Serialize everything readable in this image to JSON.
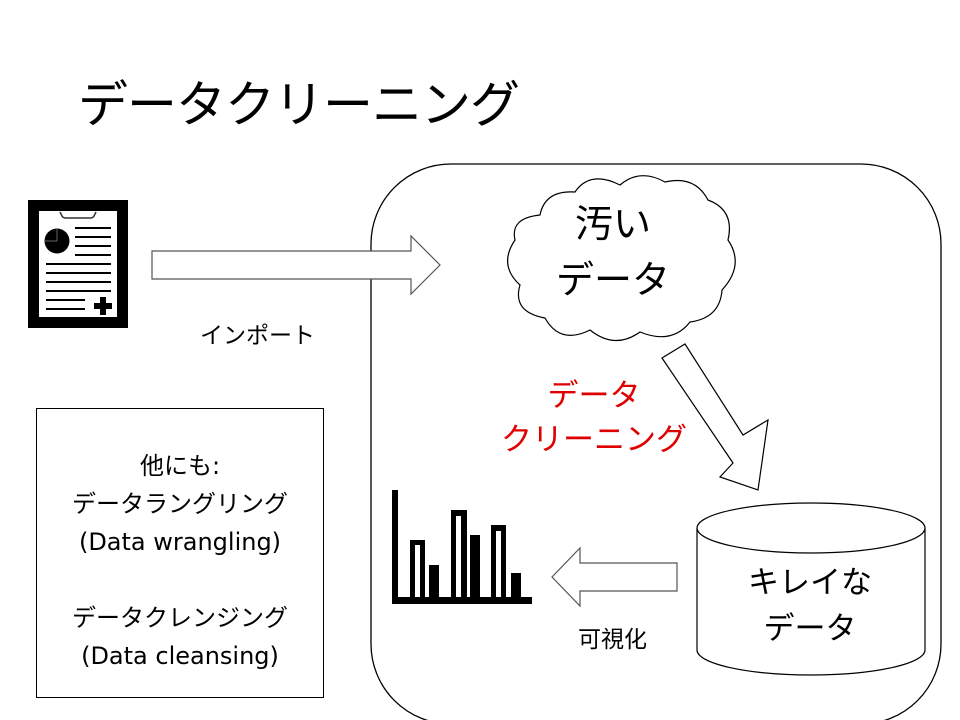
{
  "slide": {
    "title": "データクリーニング"
  },
  "import_step": {
    "icon": "medical-report-icon",
    "label": "インポート"
  },
  "dirty_data": {
    "shape": "cloud",
    "lines": [
      "汚い",
      "データ"
    ]
  },
  "cleaning_step": {
    "lines": [
      "データ",
      "クリーニング"
    ],
    "color": "#e00000"
  },
  "clean_data": {
    "shape": "database-cylinder",
    "lines": [
      "キレイな",
      "データ"
    ]
  },
  "visualization_step": {
    "label": "可視化",
    "icon": "bar-chart-icon"
  },
  "note": {
    "heading": "他にも:",
    "items": [
      {
        "jp": "データラングリング",
        "en": "(Data wrangling)"
      },
      {
        "jp": "データクレンジング",
        "en": "(Data cleansing)"
      }
    ]
  }
}
